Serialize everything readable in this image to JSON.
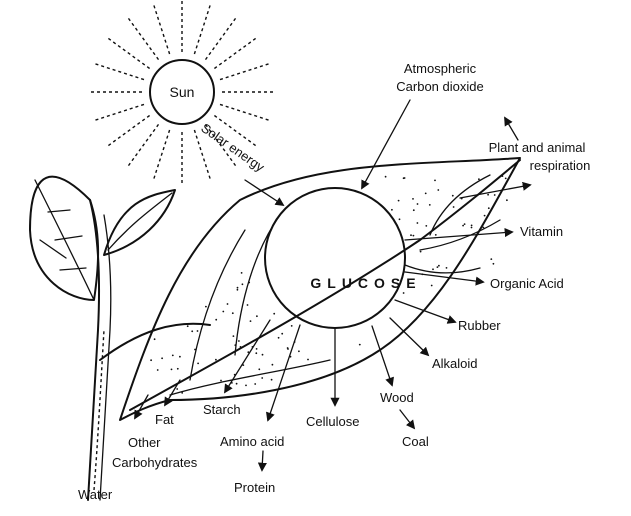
{
  "diagram": {
    "sun_label": "Sun",
    "solar_energy_label": "Solar energy",
    "glucose_label": "GLUCOSE",
    "atmospheric_co2_line1": "Atmospheric",
    "atmospheric_co2_line2": "Carbon dioxide",
    "respiration_line1": "Plant and animal",
    "respiration_line2": "respiration",
    "vitamin_label": "Vitamin",
    "organic_acid_label": "Organic Acid",
    "rubber_label": "Rubber",
    "alkaloid_label": "Alkaloid",
    "wood_label": "Wood",
    "coal_label": "Coal",
    "cellulose_label": "Cellulose",
    "amino_acid_label": "Amino acid",
    "protein_label": "Protein",
    "starch_label": "Starch",
    "fat_label": "Fat",
    "other_carbs_line1": "Other",
    "other_carbs_line2": "Carbohydrates",
    "water_label": "Water"
  },
  "colors": {
    "ink": "#111111",
    "background": "#ffffff"
  }
}
